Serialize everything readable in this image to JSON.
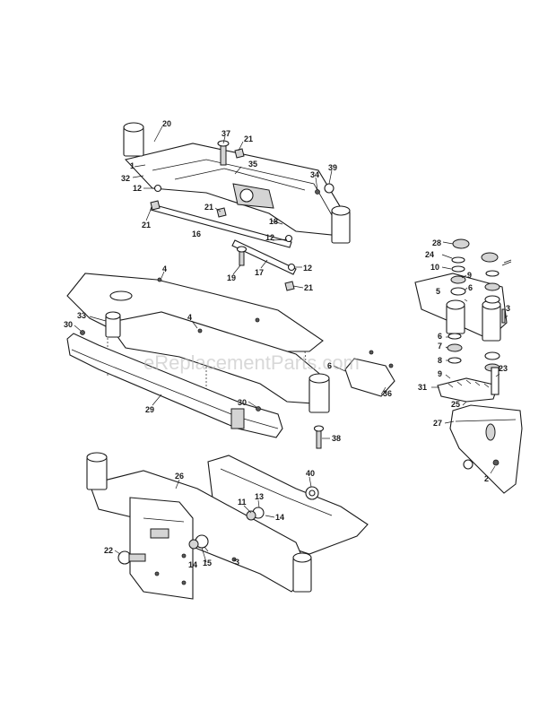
{
  "watermark": "eReplacementParts.com",
  "callouts": [
    {
      "id": "c20",
      "text": "20"
    },
    {
      "id": "c37",
      "text": "37"
    },
    {
      "id": "c21a",
      "text": "21"
    },
    {
      "id": "c1",
      "text": "1"
    },
    {
      "id": "c35",
      "text": "35"
    },
    {
      "id": "c34",
      "text": "34"
    },
    {
      "id": "c39",
      "text": "39"
    },
    {
      "id": "c32",
      "text": "32"
    },
    {
      "id": "c12a",
      "text": "12"
    },
    {
      "id": "c21b",
      "text": "21"
    },
    {
      "id": "c21c",
      "text": "21"
    },
    {
      "id": "c18",
      "text": "18"
    },
    {
      "id": "c12b",
      "text": "12"
    },
    {
      "id": "c16",
      "text": "16"
    },
    {
      "id": "c17",
      "text": "17"
    },
    {
      "id": "c12c",
      "text": "12"
    },
    {
      "id": "c19",
      "text": "19"
    },
    {
      "id": "c21d",
      "text": "21"
    },
    {
      "id": "c4a",
      "text": "4"
    },
    {
      "id": "c33",
      "text": "33"
    },
    {
      "id": "c4b",
      "text": "4"
    },
    {
      "id": "c30a",
      "text": "30"
    },
    {
      "id": "c6a",
      "text": "6"
    },
    {
      "id": "c36",
      "text": "36"
    },
    {
      "id": "c29",
      "text": "29"
    },
    {
      "id": "c30b",
      "text": "30"
    },
    {
      "id": "c38",
      "text": "38"
    },
    {
      "id": "c28",
      "text": "28"
    },
    {
      "id": "c24",
      "text": "24"
    },
    {
      "id": "c10",
      "text": "10"
    },
    {
      "id": "c9a",
      "text": "9"
    },
    {
      "id": "c5",
      "text": "5"
    },
    {
      "id": "c6b",
      "text": "6"
    },
    {
      "id": "c3a",
      "text": "3"
    },
    {
      "id": "c6c",
      "text": "6"
    },
    {
      "id": "c7",
      "text": "7"
    },
    {
      "id": "c8",
      "text": "8"
    },
    {
      "id": "c9b",
      "text": "9"
    },
    {
      "id": "c31",
      "text": "31"
    },
    {
      "id": "c23",
      "text": "23"
    },
    {
      "id": "c25",
      "text": "25"
    },
    {
      "id": "c27",
      "text": "27"
    },
    {
      "id": "c2",
      "text": "2"
    },
    {
      "id": "c26",
      "text": "26"
    },
    {
      "id": "c40",
      "text": "40"
    },
    {
      "id": "c11",
      "text": "11"
    },
    {
      "id": "c13",
      "text": "13"
    },
    {
      "id": "c14a",
      "text": "14"
    },
    {
      "id": "c22",
      "text": "22"
    },
    {
      "id": "c15",
      "text": "15"
    },
    {
      "id": "c14b",
      "text": "14"
    },
    {
      "id": "c3b",
      "text": "3"
    }
  ]
}
